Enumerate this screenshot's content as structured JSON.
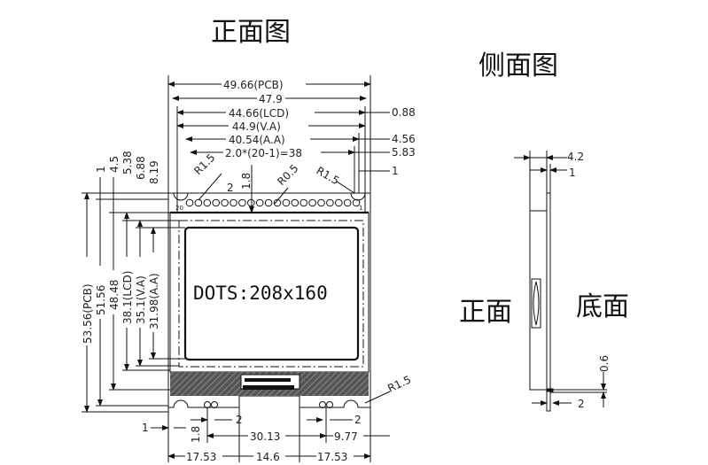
{
  "titles": {
    "front_view": "正面图",
    "side_view": "侧面图",
    "front_face": "正面",
    "bottom_face": "底面"
  },
  "display_label": "DOTS:208x160",
  "top_dims": {
    "pcb": "49.66(PCB)",
    "outer": "47.9",
    "lcd": "44.66(LCD)",
    "va": "44.9(V.A)",
    "aa": "40.54(A.A)",
    "pitch": "2.0*(20-1)=38"
  },
  "right_dims": {
    "d1": "0.88",
    "d2": "4.56",
    "d3": "5.83",
    "d4": "1"
  },
  "left_dims": {
    "pcb": "53.56(PCB)",
    "h1": "51.56",
    "h2": "48.48",
    "lcd": "38.1(LCD)",
    "va": "35.1(V.A)",
    "aa": "31.98(A.A)",
    "t1": "1",
    "t2": "4.5",
    "t3": "5.38",
    "t4": "6.88",
    "t5": "8.19"
  },
  "pin_dims": {
    "r15a": "R1.5",
    "r15b": "R1.5",
    "r05": "R0.5",
    "pin_h": "1.8",
    "pin_w": "2",
    "pin1": "1",
    "pin20": "20"
  },
  "bottom_dims": {
    "left": "17.53",
    "mid": "14.6",
    "right": "17.53",
    "span": "30.13",
    "offset": "9.77",
    "edge": "1",
    "pin_len": "1.8",
    "pin_w_left": "2",
    "pin_w_right": "2",
    "r15": "R1.5"
  },
  "side_dims": {
    "thickness": "4.2",
    "pcb": "1",
    "pin_w": "2",
    "pin_t": "0.6"
  }
}
